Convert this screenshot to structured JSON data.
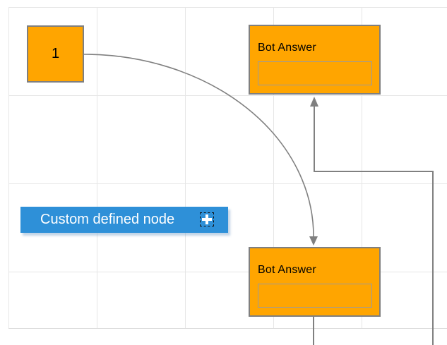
{
  "app": {
    "view": "diagram-canvas"
  },
  "palette": {
    "node_fill_orange": "#FFA500",
    "node_border_gray": "#7F7F7F",
    "node_fill_blue": "#2E90D8",
    "connector_gray": "#808080",
    "grid_line": "#E6E6E6",
    "label_dark": "#000000",
    "label_light": "#FFFFFF"
  },
  "nodes": {
    "start": {
      "label": "1"
    },
    "bot_answer_top": {
      "title": "Bot Answer",
      "input_value": ""
    },
    "bot_answer_bottom": {
      "title": "Bot Answer",
      "input_value": ""
    },
    "custom": {
      "label": "Custom defined node",
      "icon": "plus-icon"
    }
  },
  "connectors": {
    "curve": {
      "shape": "bezier-arc",
      "arrow": "down"
    },
    "elbow": {
      "shape": "orthogonal",
      "arrow": "up"
    }
  }
}
